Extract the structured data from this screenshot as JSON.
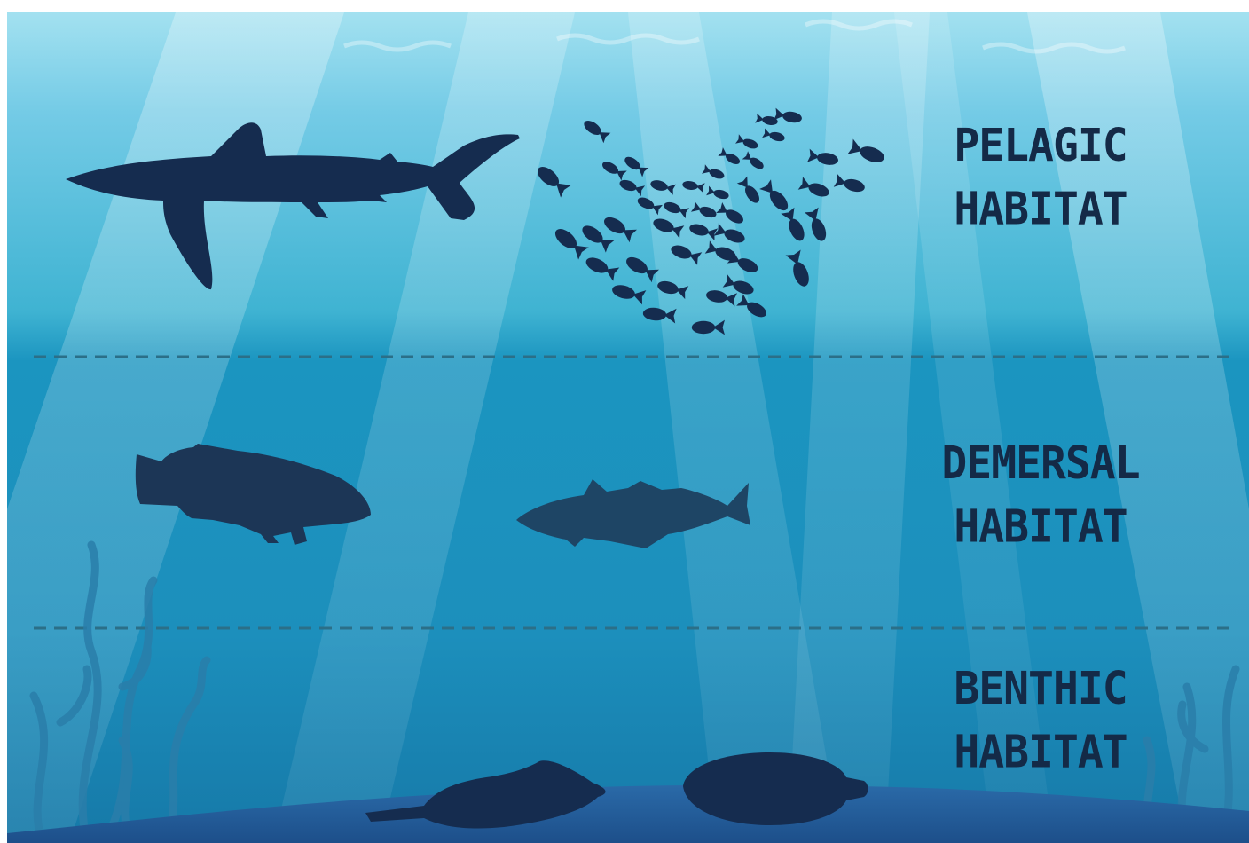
{
  "colors": {
    "water_top": "#8fd6ea",
    "water_mid": "#2ea9c9",
    "water_deep": "#1682ad",
    "seabed": "#1f5f9c",
    "silhouette": "#152c4f",
    "demersal_fish": "#1e4565",
    "label_text": "#142a47",
    "divider": "#2b6f88",
    "seaweed": "#2a7eaa"
  },
  "habitats": [
    {
      "id": "pelagic",
      "line1": "PELAGIC",
      "line2": "HABITAT"
    },
    {
      "id": "demersal",
      "line1": "DEMERSAL",
      "line2": "HABITAT"
    },
    {
      "id": "benthic",
      "line1": "BENTHIC",
      "line2": "HABITAT"
    }
  ],
  "icons": [
    "shark-icon",
    "fish-school-icon",
    "grouper-icon",
    "cod-icon",
    "ray-icon",
    "flatfish-icon",
    "seaweed-icon"
  ]
}
